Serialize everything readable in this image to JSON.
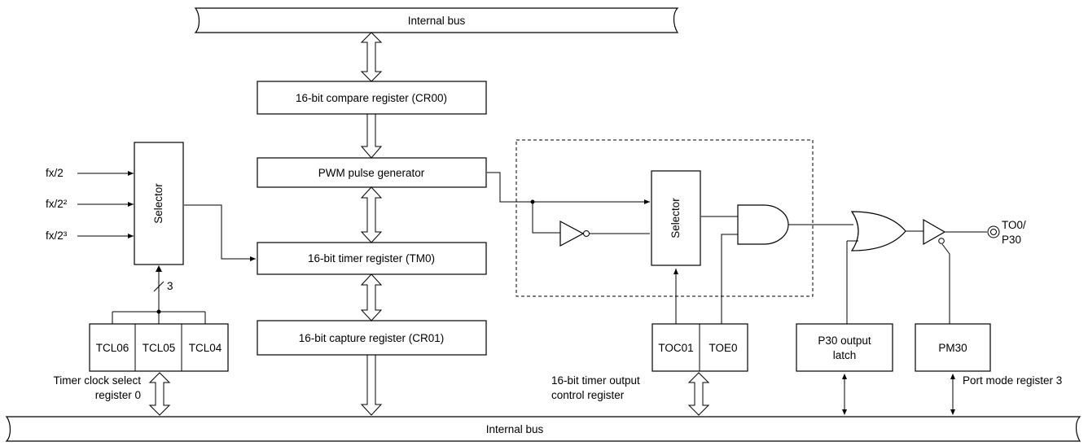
{
  "buses": {
    "top": "Internal bus",
    "bottom": "Internal bus"
  },
  "blocks": {
    "compare_register": "16-bit compare register (CR00)",
    "pwm_generator": "PWM pulse generator",
    "timer_register": "16-bit timer register (TM0)",
    "capture_register": "16-bit capture register (CR01)",
    "clock_selector": "Selector",
    "output_selector": "Selector",
    "p30_latch_line1": "P30 output",
    "p30_latch_line2": "latch",
    "pm30": "PM30"
  },
  "inputs": {
    "clk1": "fx/2",
    "clk2": "fx/2²",
    "clk3": "fx/2³"
  },
  "tcl": {
    "bits": [
      "TCL06",
      "TCL05",
      "TCL04"
    ],
    "bus_width": "3",
    "caption_line1": "Timer clock select",
    "caption_line2": "register 0"
  },
  "toc": {
    "bits": [
      "TOC01",
      "TOE0"
    ],
    "caption_line1": "16-bit timer output",
    "caption_line2": "control register"
  },
  "port": {
    "pin_line1": "TO0/",
    "pin_line2": "P30",
    "mode_caption": "Port mode register 3"
  }
}
